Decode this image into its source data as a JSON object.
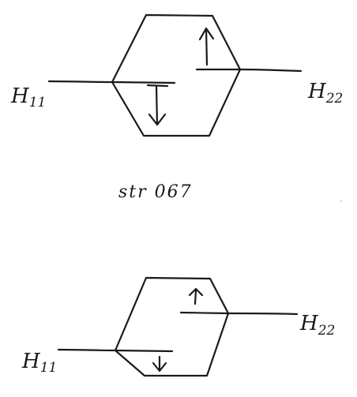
{
  "diagrams": [
    {
      "left_label": {
        "base": "H",
        "sub": "11"
      },
      "right_label": {
        "base": "H",
        "sub": "22"
      }
    },
    {
      "left_label": {
        "base": "H",
        "sub": "11"
      },
      "right_label": {
        "base": "H",
        "sub": "22"
      }
    }
  ],
  "caption": "str 067"
}
